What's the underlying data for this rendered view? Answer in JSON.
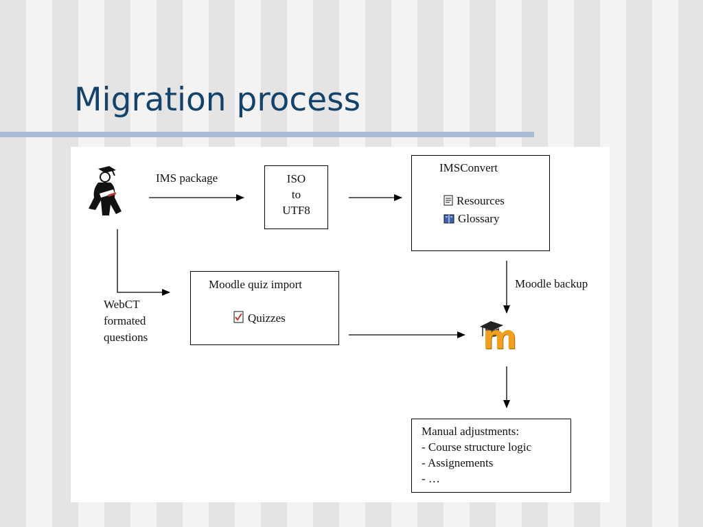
{
  "slide": {
    "title": "Migration process"
  },
  "diagram": {
    "edge_ims_package": "IMS package",
    "iso_box": [
      "ISO",
      "to",
      "UTF8"
    ],
    "imsconvert": {
      "title": "IMSConvert",
      "items": [
        "Resources",
        "Glossary"
      ]
    },
    "edge_moodle_backup": "Moodle backup",
    "quiz_import": {
      "title": "Moodle quiz import",
      "items": [
        "Quizzes"
      ]
    },
    "edge_webct_questions": [
      "WebCT",
      "formated",
      "questions"
    ],
    "manual": {
      "lines": [
        "Manual adjustments:",
        "- Course structure logic",
        "- Assignements",
        "- …"
      ]
    },
    "moodle_logo_letter": "m",
    "colors": {
      "title": "#13426b",
      "rule": "#a9bdd4",
      "moodle_orange": "#f0a020"
    }
  }
}
